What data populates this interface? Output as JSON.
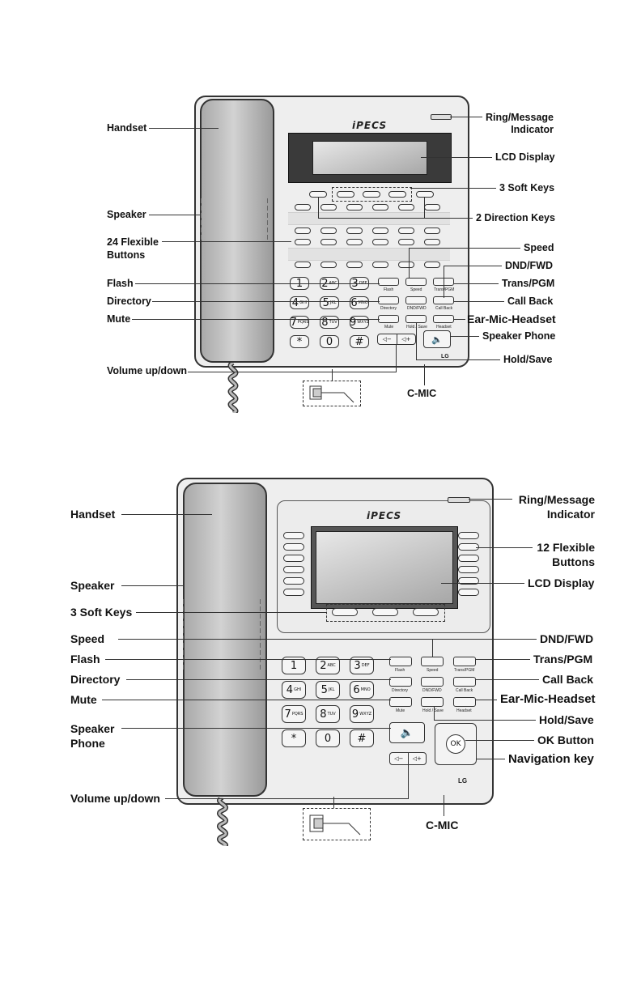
{
  "diagram1": {
    "logo": "iPECS",
    "brand": "LG",
    "labels": {
      "handset": "Handset",
      "speaker": "Speaker",
      "flexible_buttons": "24 Flexible Buttons",
      "flash": "Flash",
      "directory": "Directory",
      "mute": "Mute",
      "volume": "Volume up/down",
      "ring_msg": "Ring/Message Indicator",
      "lcd": "LCD Display",
      "soft_keys": "3 Soft Keys",
      "direction_keys": "2 Direction Keys",
      "speed": "Speed",
      "dnd": "DND/FWD",
      "trans": "Trans/PGM",
      "callback": "Call Back",
      "earmic": "Ear-Mic-Headset",
      "spkphone": "Speaker Phone",
      "holdsave": "Hold/Save",
      "cmic": "C-MIC"
    },
    "key_captions": {
      "flash": "Flash",
      "speed": "Speed",
      "trans": "Trans/PGM",
      "directory": "Directory",
      "dnd": "DND/FWD",
      "callback": "Call Back",
      "mute": "Mute",
      "hold": "Hold / Save",
      "headset": "Headset"
    }
  },
  "diagram2": {
    "logo": "iPECS",
    "brand": "LG",
    "labels": {
      "handset": "Handset",
      "speaker": "Speaker",
      "soft_keys": "3 Soft Keys",
      "speed": "Speed",
      "flash": "Flash",
      "directory": "Directory",
      "mute": "Mute",
      "spkphone": "Speaker Phone",
      "volume": "Volume up/down",
      "ring_msg": "Ring/Message Indicator",
      "flexible_buttons": "12 Flexible Buttons",
      "lcd": "LCD Display",
      "dnd": "DND/FWD",
      "trans": "Trans/PGM",
      "callback": "Call Back",
      "earmic": "Ear-Mic-Headset",
      "holdsave": "Hold/Save",
      "ok": "OK Button",
      "nav": "Navigation key",
      "cmic": "C-MIC"
    },
    "key_captions": {
      "flash": "Flash",
      "speed": "Speed",
      "trans": "Trans/PGM",
      "directory": "Directory",
      "dnd": "DND/FWD",
      "callback": "Call Back",
      "mute": "Mute",
      "hold": "Hold / Save",
      "headset": "Headset",
      "ok": "OK"
    }
  },
  "dialpad": [
    {
      "n": "1",
      "s": ""
    },
    {
      "n": "2",
      "s": "ABC"
    },
    {
      "n": "3",
      "s": "DEF"
    },
    {
      "n": "4",
      "s": "GHI"
    },
    {
      "n": "5",
      "s": "JKL"
    },
    {
      "n": "6",
      "s": "MNO"
    },
    {
      "n": "7",
      "s": "PQRS"
    },
    {
      "n": "8",
      "s": "TUV"
    },
    {
      "n": "9",
      "s": "WXYZ"
    },
    {
      "n": "*",
      "s": ""
    },
    {
      "n": "0",
      "s": ""
    },
    {
      "n": "#",
      "s": ""
    }
  ]
}
